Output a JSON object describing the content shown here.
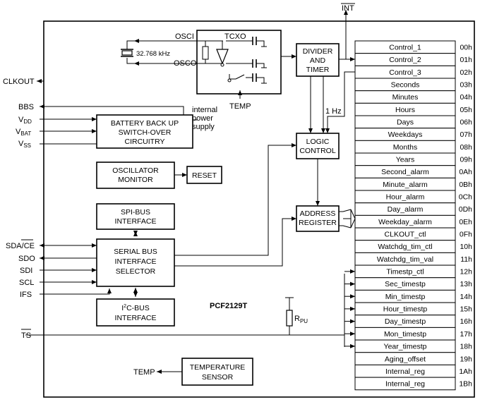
{
  "chip_name": "PCF2129T",
  "signals": {
    "int": "INT",
    "clkout": "CLKOUT",
    "bbs": "BBS",
    "vdd": "V",
    "vdd_sub": "DD",
    "vbat": "V",
    "vbat_sub": "BAT",
    "vss": "V",
    "vss_sub": "SS",
    "sda_ce": "SDA/",
    "ce": "CE",
    "sdo": "SDO",
    "sdi": "SDI",
    "scl": "SCL",
    "ifs": "IFS",
    "ts": "TS",
    "temp_out": "TEMP"
  },
  "osc": {
    "osci": "OSCI",
    "osco": "OSCO",
    "tcxo": "TCXO",
    "crystal": "32.768 kHz",
    "temp": "TEMP"
  },
  "blocks": {
    "divider": [
      "DIVIDER",
      "AND",
      "TIMER"
    ],
    "logic": [
      "LOGIC",
      "CONTROL"
    ],
    "address": [
      "ADDRESS",
      "REGISTER"
    ],
    "battery": [
      "BATTERY BACK UP",
      "SWITCH-OVER",
      "CIRCUITRY"
    ],
    "internal_power": [
      "internal",
      "power",
      "supply"
    ],
    "osc_monitor": [
      "OSCILLATOR",
      "MONITOR"
    ],
    "reset": "RESET",
    "spi": [
      "SPI-BUS",
      "INTERFACE"
    ],
    "serial": [
      "SERIAL BUS",
      "INTERFACE",
      "SELECTOR"
    ],
    "i2c_pre": "I",
    "i2c_sup": "2",
    "i2c_post": "C-BUS",
    "i2c_line2": "INTERFACE",
    "temp_sensor": [
      "TEMPERATURE",
      "SENSOR"
    ],
    "one_hz": "1 Hz",
    "rpu": "R",
    "rpu_sub": "PU"
  },
  "registers": [
    {
      "name": "Control_1",
      "addr": "00h"
    },
    {
      "name": "Control_2",
      "addr": "01h"
    },
    {
      "name": "Control_3",
      "addr": "02h"
    },
    {
      "name": "Seconds",
      "addr": "03h"
    },
    {
      "name": "Minutes",
      "addr": "04h"
    },
    {
      "name": "Hours",
      "addr": "05h"
    },
    {
      "name": "Days",
      "addr": "06h"
    },
    {
      "name": "Weekdays",
      "addr": "07h"
    },
    {
      "name": "Months",
      "addr": "08h"
    },
    {
      "name": "Years",
      "addr": "09h"
    },
    {
      "name": "Second_alarm",
      "addr": "0Ah"
    },
    {
      "name": "Minute_alarm",
      "addr": "0Bh"
    },
    {
      "name": "Hour_alarm",
      "addr": "0Ch"
    },
    {
      "name": "Day_alarm",
      "addr": "0Dh"
    },
    {
      "name": "Weekday_alarm",
      "addr": "0Eh"
    },
    {
      "name": "CLKOUT_ctl",
      "addr": "0Fh"
    },
    {
      "name": "Watchdg_tim_ctl",
      "addr": "10h"
    },
    {
      "name": "Watchdg_tim_val",
      "addr": "11h"
    },
    {
      "name": "Timestp_ctl",
      "addr": "12h"
    },
    {
      "name": "Sec_timestp",
      "addr": "13h"
    },
    {
      "name": "Min_timestp",
      "addr": "14h"
    },
    {
      "name": "Hour_timestp",
      "addr": "15h"
    },
    {
      "name": "Day_timestp",
      "addr": "16h"
    },
    {
      "name": "Mon_timestp",
      "addr": "17h"
    },
    {
      "name": "Year_timestp",
      "addr": "18h"
    },
    {
      "name": "Aging_offset",
      "addr": "19h"
    },
    {
      "name": "Internal_reg",
      "addr": "1Ah"
    },
    {
      "name": "Internal_reg",
      "addr": "1Bh"
    }
  ]
}
